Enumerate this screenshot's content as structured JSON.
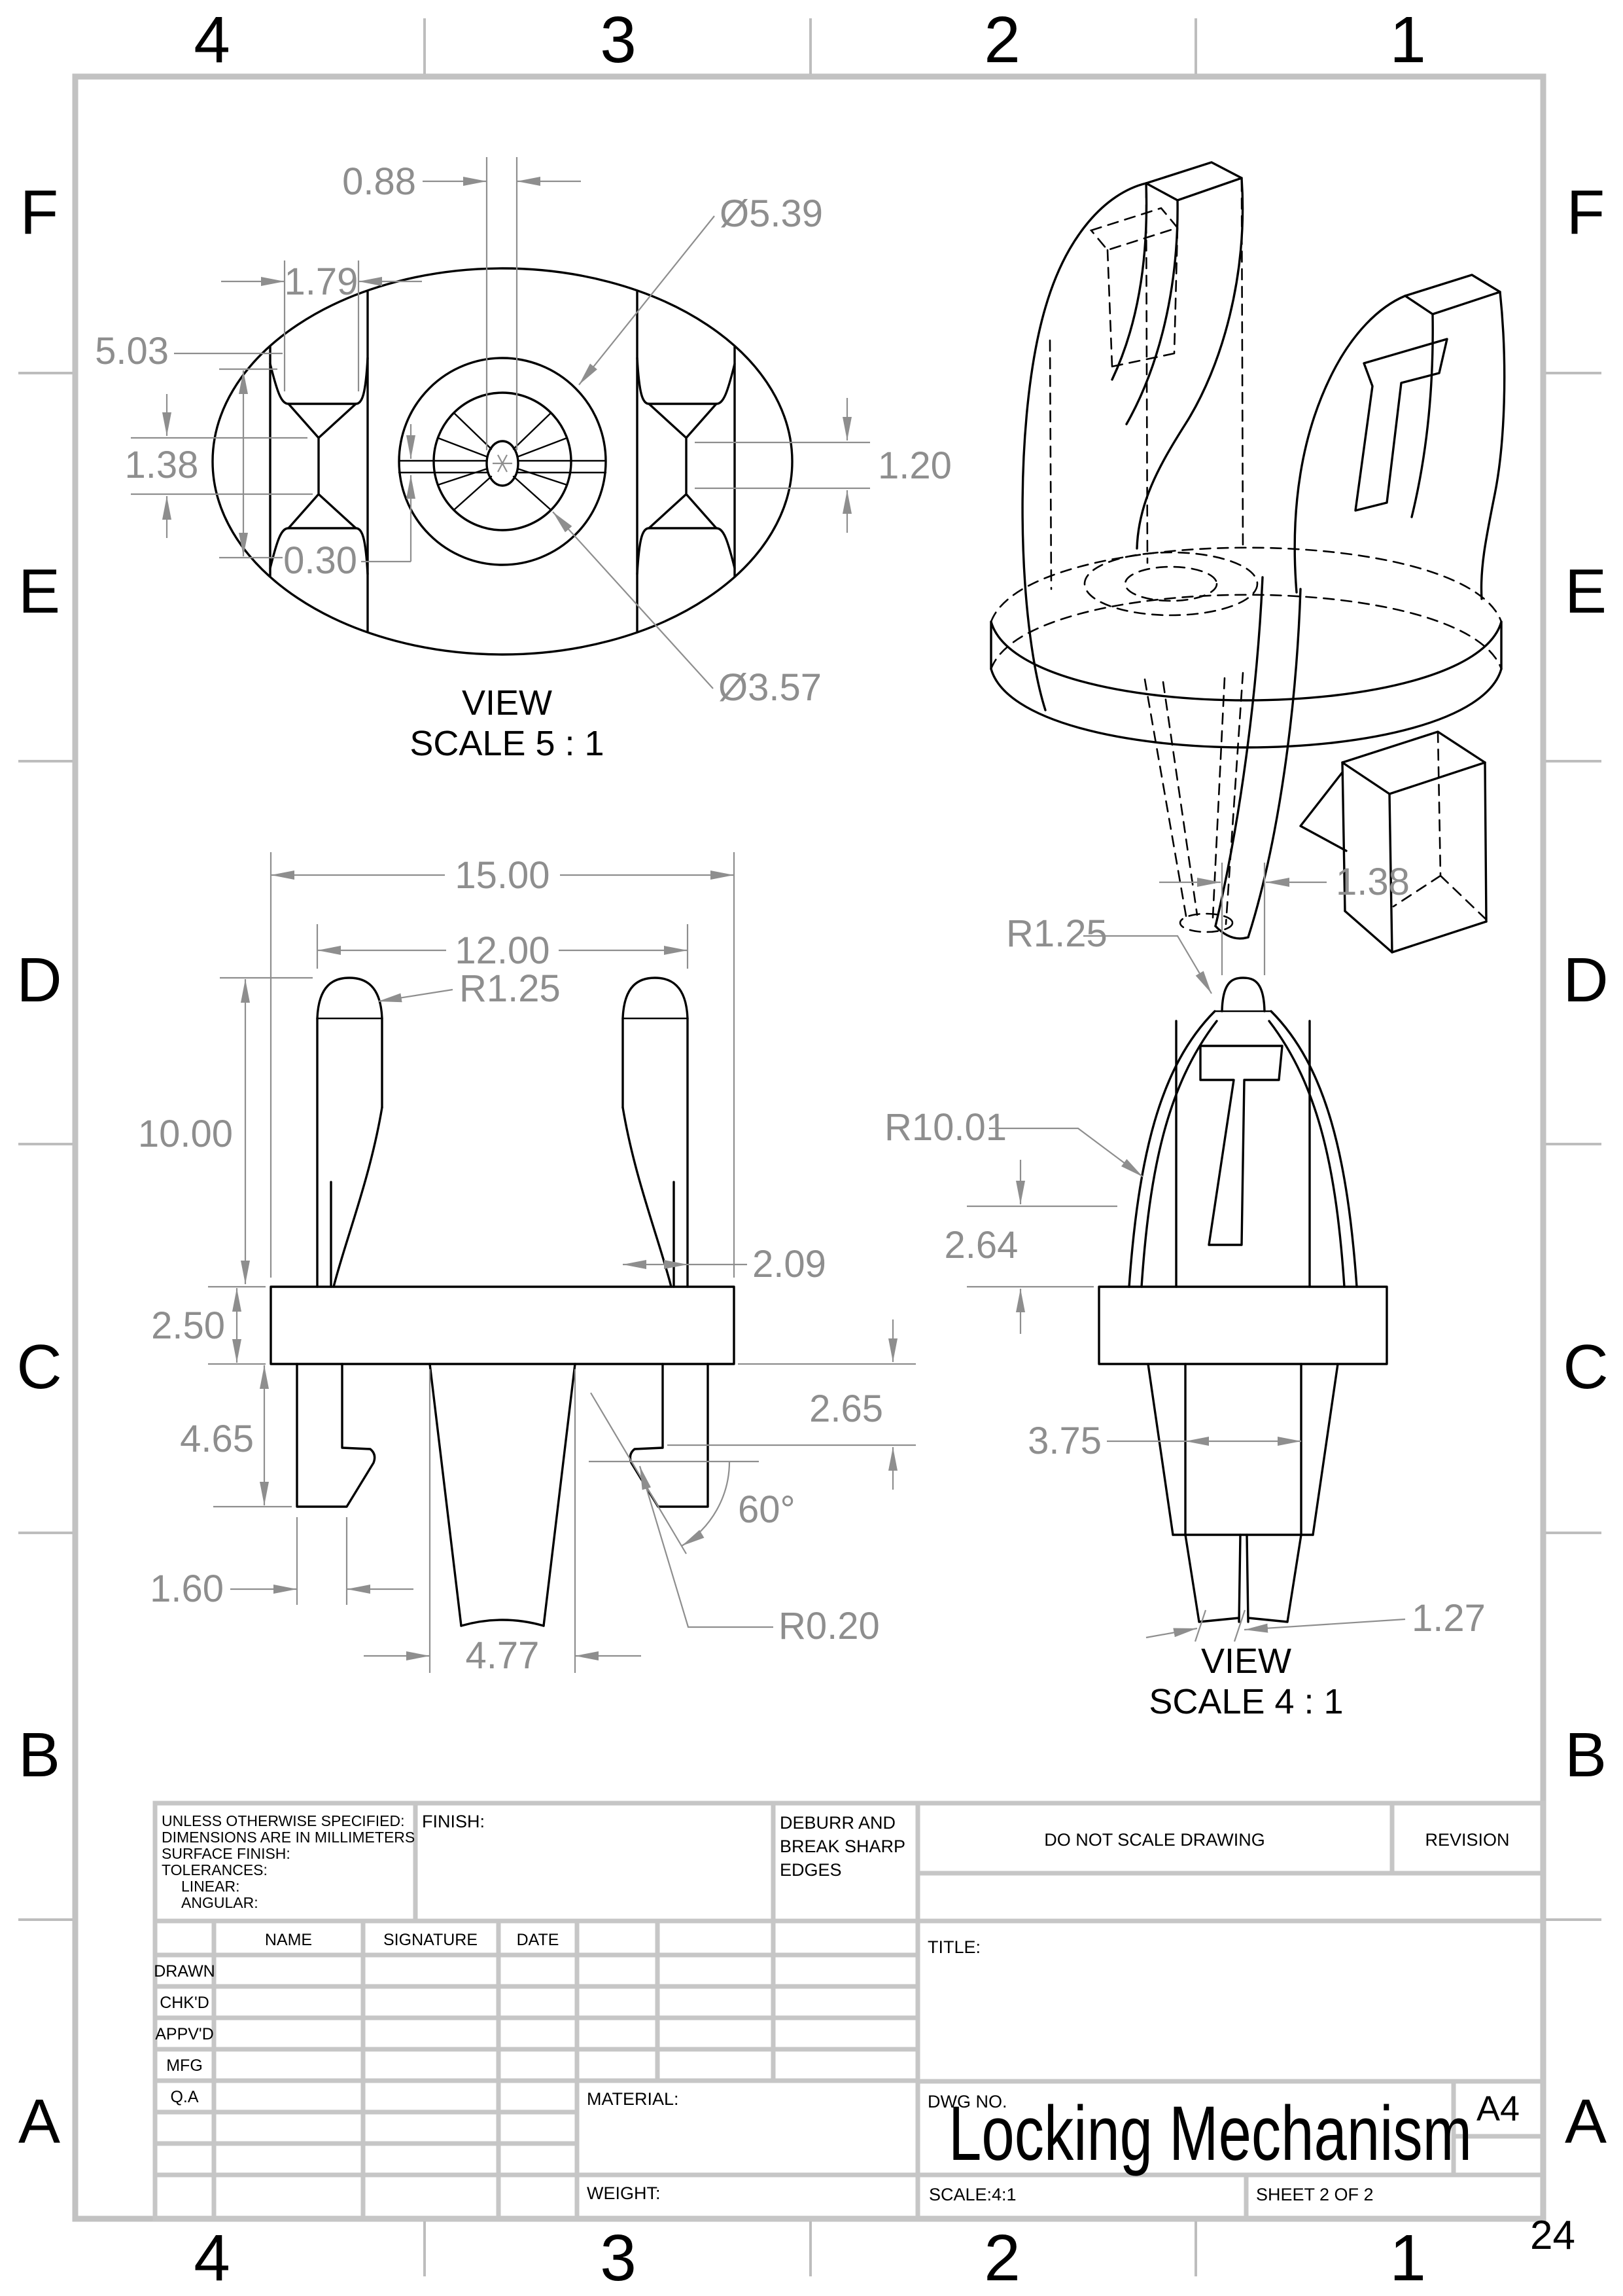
{
  "page": {
    "corner_number": "24"
  },
  "grid": {
    "cols": [
      "4",
      "3",
      "2",
      "1"
    ],
    "rows": [
      "F",
      "E",
      "D",
      "C",
      "B",
      "A"
    ]
  },
  "top_view": {
    "caption1": "VIEW",
    "caption2": "SCALE 5 : 1",
    "dims": {
      "hole_width": "0.88",
      "slot_width": "1.79",
      "slot_height": "5.03",
      "waist_left": "1.38",
      "slit": "0.30",
      "waist_right": "1.20",
      "outer_dia": "Ø5.39",
      "inner_dia": "Ø3.57"
    }
  },
  "front_view": {
    "dims": {
      "overall_width": "15.00",
      "prong_span": "12.00",
      "tip_radius": "R1.25",
      "prong_height": "10.00",
      "plate_thickness": "2.50",
      "leg_height": "4.65",
      "leg_width": "1.60",
      "center_leg_width": "4.77",
      "prong_width": "2.09",
      "barb_offset": "2.65",
      "barb_angle": "60°",
      "fillet_radius": "R0.20"
    }
  },
  "side_view": {
    "caption1": "VIEW",
    "caption2": "SCALE 4 : 1",
    "dims": {
      "tip_radius": "R1.25",
      "tip_width": "1.38",
      "side_radius": "R10.01",
      "shoulder": "2.64",
      "leg_width": "3.75",
      "prong_tip": "1.27"
    }
  },
  "title_block": {
    "tolerance_note": [
      "UNLESS OTHERWISE SPECIFIED:",
      "DIMENSIONS ARE IN MILLIMETERS",
      "SURFACE FINISH:",
      "TOLERANCES:",
      "LINEAR:",
      "ANGULAR:"
    ],
    "finish_label": "FINISH:",
    "deburr_note": [
      "DEBURR AND",
      "BREAK SHARP",
      "EDGES"
    ],
    "do_not_scale": "DO NOT SCALE DRAWING",
    "revision_label": "REVISION",
    "title_label": "TITLE:",
    "name_header": "NAME",
    "signature_header": "SIGNATURE",
    "date_header": "DATE",
    "rows": [
      "DRAWN",
      "CHK'D",
      "APPV'D",
      "MFG",
      "Q.A"
    ],
    "material_label": "MATERIAL:",
    "weight_label": "WEIGHT:",
    "dwg_label": "DWG NO.",
    "dwg_title": "Locking Mechanism",
    "paper_size": "A4",
    "scale_label": "SCALE:4:1",
    "sheet_label": "SHEET 2 OF 2"
  }
}
